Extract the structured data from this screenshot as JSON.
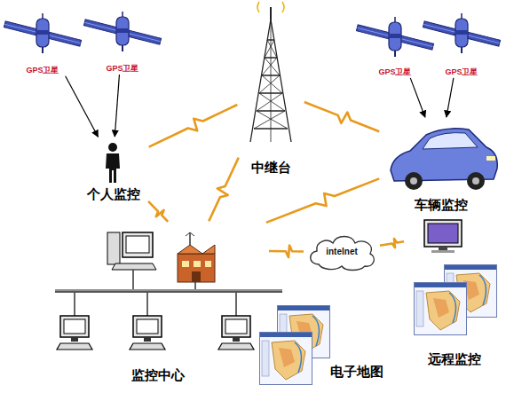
{
  "diagram": {
    "nodes": [
      {
        "text": [
          "GPS卫星"
        ]
      },
      {
        "text": [
          "GPS卫星"
        ]
      },
      {
        "text": [
          "中继台"
        ]
      },
      {
        "text": [
          "GPS卫星"
        ]
      },
      {
        "text": [
          "GPS卫星"
        ]
      },
      {
        "text": [
          "个人监控"
        ]
      },
      {
        "text": [
          "车辆监控"
        ]
      },
      {
        "text": [
          "intelnet"
        ]
      },
      {
        "text": [
          "监控中心"
        ]
      },
      {
        "text": [
          "远程监控"
        ]
      }
    ],
    "edges": [
      {
        "from": 0,
        "to": 5,
        "arrow": "to"
      },
      {
        "from": 1,
        "to": 5,
        "arrow": "to"
      },
      {
        "from": 3,
        "to": 6,
        "arrow": "to"
      },
      {
        "from": 4,
        "to": 6,
        "arrow": "to"
      },
      {
        "from": 5,
        "to": 2,
        "arrow": "none"
      },
      {
        "from": 2,
        "to": 6,
        "arrow": "none"
      },
      {
        "from": 2,
        "to": 8,
        "arrow": "none"
      },
      {
        "from": 5,
        "to": 8,
        "arrow": "none"
      },
      {
        "from": 8,
        "to": 6,
        "arrow": "none"
      },
      {
        "from": 8,
        "to": 7,
        "arrow": "none"
      },
      {
        "from": 7,
        "to": 9,
        "arrow": "none"
      }
    ],
    "labels": [
      "电子地图"
    ]
  }
}
